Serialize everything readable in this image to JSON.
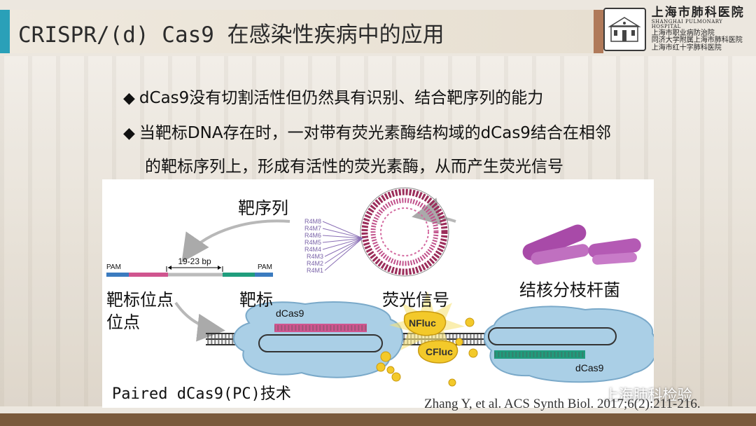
{
  "slide": {
    "title": "CRISPR/(d) Cas9 在感染性疾病中的应用",
    "bullets": [
      "dCas9没有切割活性但仍然具有识别、结合靶序列的能力",
      "当靶标DNA存在时，一对带有荧光素酶结构域的dCas9结合在相邻",
      "的靶标序列上，形成有活性的荧光素酶，从而产生荧光信号"
    ],
    "bullet_marker": "◆"
  },
  "logo": {
    "line1": "上海市肺科医院",
    "line2": "SHANGHAI PULMONARY HOSPITAL",
    "line3": "上海市职业病防治院",
    "line4": "同济大学附属上海市肺科医院",
    "line5": "上海市红十字肺科医院"
  },
  "figure": {
    "target_seq_label": "靶序列",
    "site_label_1": "靶标位点",
    "site_label_2": "位点",
    "target_label": "靶标",
    "fluor_label": "荧光信号",
    "bacteria_label": "结核分枝杆菌",
    "pc_label": "Paired dCas9(PC)技术",
    "pam_left": "PAM",
    "pam_right": "PAM",
    "bp_label": "19-23 bp",
    "dcas9_left": "dCas9",
    "dcas9_right": "dCas9",
    "nfluc": "NFluc",
    "cfluc": "CFluc",
    "r_labels": [
      "R4M8",
      "R4M7",
      "R4M6",
      "R4M5",
      "R4M4",
      "R4M3",
      "R4M2",
      "R4M1"
    ]
  },
  "citation": "Zhang Y, et al. ACS Synth Biol. 2017;6(2):211-216.",
  "watermark": "上海肺科检验",
  "colors": {
    "title_accent": "#2aa0b8",
    "title_right_border": "#b07a5a",
    "bottom_bar": "#7a5a3c",
    "protein_blue": "#aacfe6",
    "magenta_strand": "#c0508a",
    "green_strand": "#1f9d7d",
    "luciferase_yellow": "#f3c92a",
    "bacteria_purple": "#a84aa8"
  }
}
